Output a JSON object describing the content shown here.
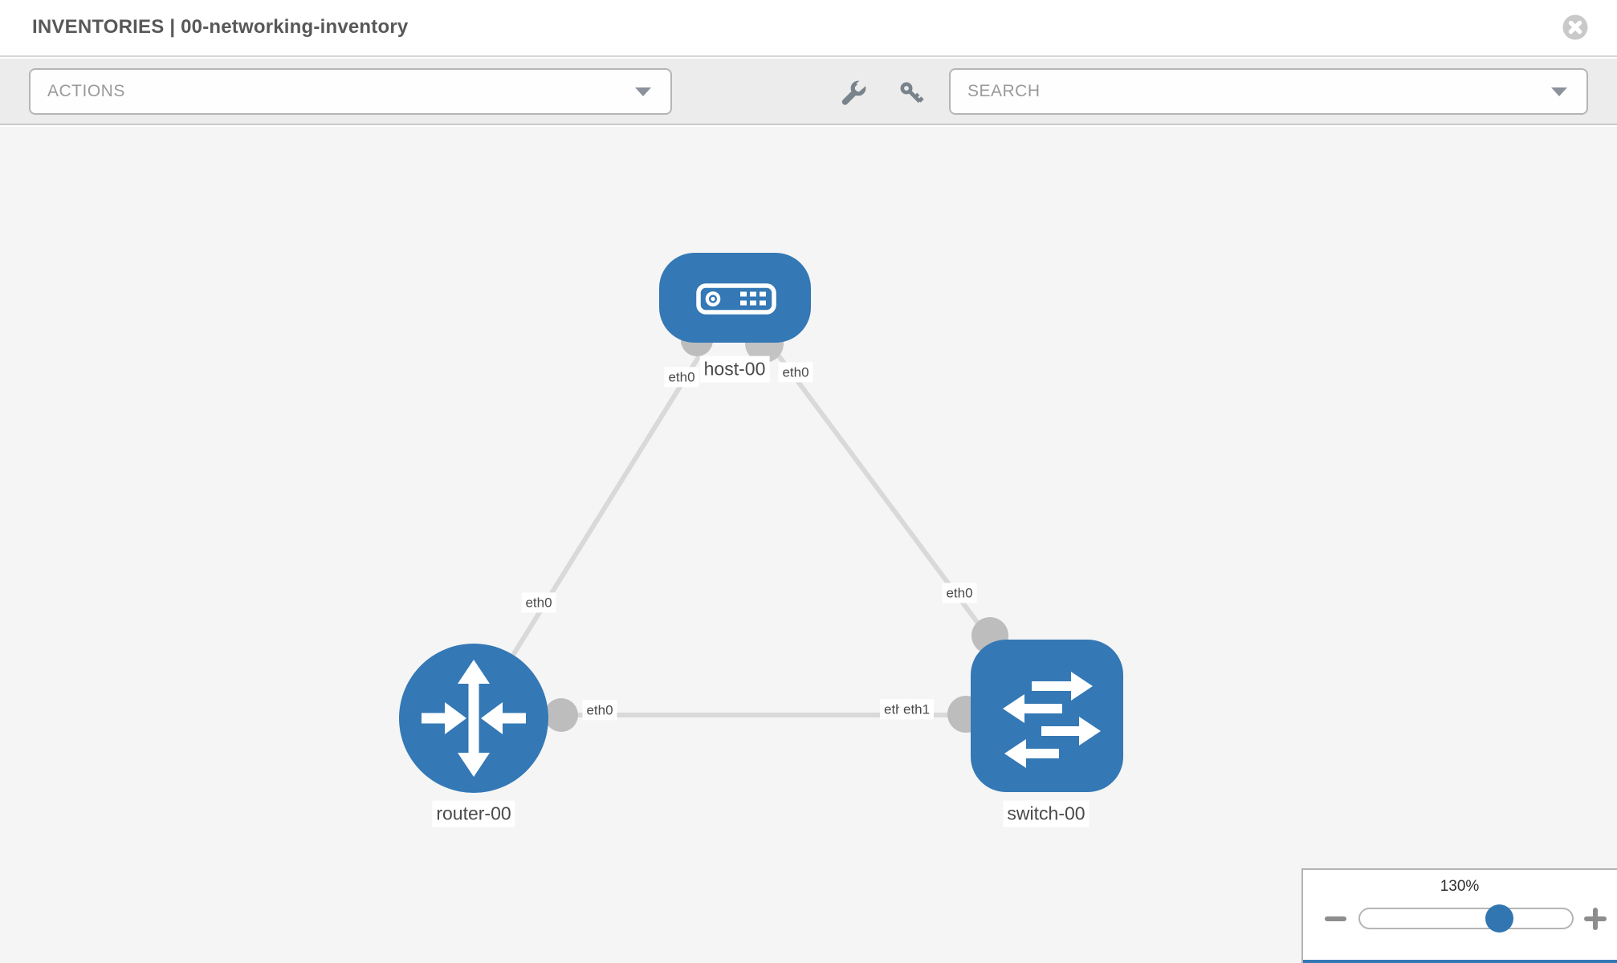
{
  "header": {
    "title": "INVENTORIES | 00-networking-inventory",
    "close_icon": "circle-x-icon"
  },
  "toolbar": {
    "actions_label": "ACTIONS",
    "search_label": "SEARCH",
    "icons": [
      "wrench-icon",
      "key-icon"
    ]
  },
  "topology": {
    "nodes": [
      {
        "name": "host-00",
        "type": "host"
      },
      {
        "name": "router-00",
        "type": "router"
      },
      {
        "name": "switch-00",
        "type": "switch"
      }
    ],
    "links": [
      {
        "source": "host-00",
        "target": "router-00",
        "source_interface": "eth0",
        "target_interface": "eth0"
      },
      {
        "source": "host-00",
        "target": "switch-00",
        "source_interface": "eth0",
        "target_interface": "eth0"
      },
      {
        "source": "router-00",
        "target": "switch-00",
        "source_interface": "eth0",
        "target_interface": "eth1"
      }
    ],
    "labels": {
      "host_name": "host-00",
      "router_name": "router-00",
      "switch_name": "switch-00",
      "host_left_if": "eth0",
      "host_right_if": "eth0",
      "router_top_if": "eth0",
      "switch_top_if": "eth0",
      "router_right_if": "eth0",
      "switch_left_if_under": "eth0",
      "switch_left_if_over": "eth1"
    }
  },
  "zoom_control": {
    "value": "130%",
    "minus_icon": "minus-icon",
    "plus_icon": "plus-icon",
    "slider_position": 0.65
  },
  "colors": {
    "node_blue": "#3478b5",
    "accent_blue": "#3276b1",
    "link_gray": "#d9d9d9",
    "port_gray": "#bdbdbd"
  }
}
